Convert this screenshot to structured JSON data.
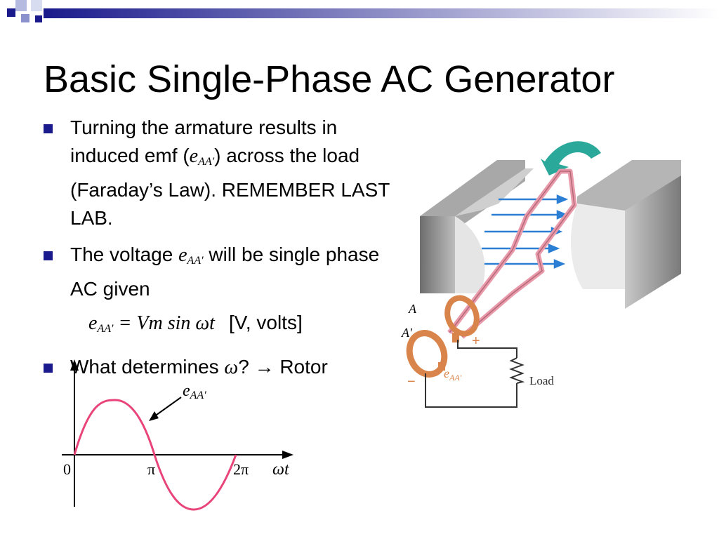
{
  "slide": {
    "title": "Basic Single-Phase AC Generator",
    "bullets": {
      "b1_text_a": "Turning the armature results in induced emf (",
      "b1_math": "e",
      "b1_math_sub": "AA′",
      "b1_text_b": ") across the load (Faraday’s Law). REMEMBER LAST LAB.",
      "b2_text_a": "The voltage ",
      "b2_math": "e",
      "b2_math_sub": "AA′",
      "b2_text_b": " will be single phase AC given",
      "eq_lhs": "e",
      "eq_lhs_sub": "AA′",
      "eq_rhs": " = Vm sin ωt",
      "eq_unit": "[V, volts]",
      "b3_text_a": "What determines ",
      "b3_math": "ω",
      "b3_text_b": "? → Rotor"
    }
  },
  "waveform": {
    "label_e": "e",
    "label_sub": "AA′",
    "tick_0": "0",
    "tick_pi": "π",
    "tick_2pi": "2π",
    "axis_label": "ωt",
    "curve_color": "#e8447a"
  },
  "generator": {
    "label_A": "A",
    "label_A_prime": "A′",
    "label_plus": "+",
    "label_minus": "−",
    "label_e": "e",
    "label_e_sub": "AA′",
    "label_load": "Load",
    "rotation_arrow_color": "#2aa89a",
    "field_arrow_color": "#2a7fd4",
    "coil_color": "#e89aaa",
    "ring_color": "#d9844a"
  }
}
